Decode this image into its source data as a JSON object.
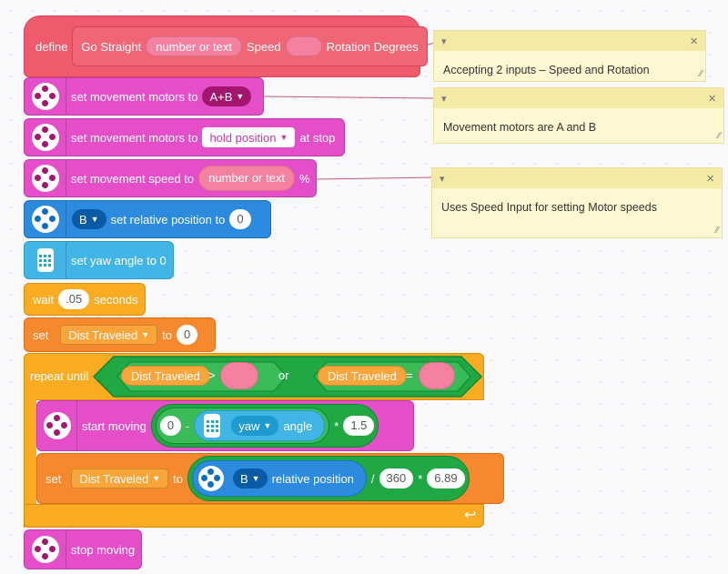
{
  "define_block": {
    "keyword": "define",
    "name": "Go Straight",
    "param1": "number or text",
    "label_speed": "Speed",
    "label_rotation": "Rotation Degrees"
  },
  "blocks": {
    "set_motors": {
      "text": "set movement motors to",
      "value": "A+B"
    },
    "set_stop": {
      "text": "set movement motors to",
      "value": "hold position",
      "suffix": "at stop"
    },
    "set_speed": {
      "text": "set movement speed to",
      "value": "number or text",
      "suffix": "%"
    },
    "rel_pos": {
      "port": "B",
      "text": "set relative position to",
      "value": "0"
    },
    "yaw": {
      "text": "set yaw angle to 0"
    },
    "wait": {
      "text": "wait",
      "value": ".05",
      "suffix": "seconds"
    },
    "set_var": {
      "text": "set",
      "variable": "Dist Traveled",
      "to": "to",
      "value": "0"
    },
    "repeat": {
      "text": "repeat until",
      "left_var": "Dist Traveled",
      "gt": ">",
      "or": "or",
      "right_var": "Dist Traveled",
      "eq": "="
    },
    "start_moving": {
      "text": "start moving",
      "zero": "0",
      "minus": "-",
      "sensor": "yaw",
      "angle": "angle",
      "times": "*",
      "factor": "1.5"
    },
    "inner_set": {
      "text": "set",
      "variable": "Dist Traveled",
      "to": "to",
      "port": "B",
      "relpos": "relative position",
      "div": "/",
      "divisor": "360",
      "times": "*",
      "factor": "6.89"
    },
    "stop_moving": {
      "text": "stop moving"
    }
  },
  "notes": [
    {
      "text": "Accepting 2 inputs – Speed and Rotation"
    },
    {
      "text": "Movement motors are A and B"
    },
    {
      "text": "Uses Speed Input for setting Motor speeds"
    }
  ],
  "icons": {
    "note_menu": "▾",
    "note_close": "×",
    "note_resize": "⁄⁄",
    "dropdown_caret": "▼",
    "loop_arrow": "↩"
  },
  "colors": {
    "define": "#ef5b6d",
    "movement": "#e44fc9",
    "motor": "#2c8bde",
    "sensor": "#41b6e6",
    "control": "#f9ab22",
    "variable": "#f6882e",
    "operator": "#20a844",
    "note": "#fdf8d2"
  }
}
